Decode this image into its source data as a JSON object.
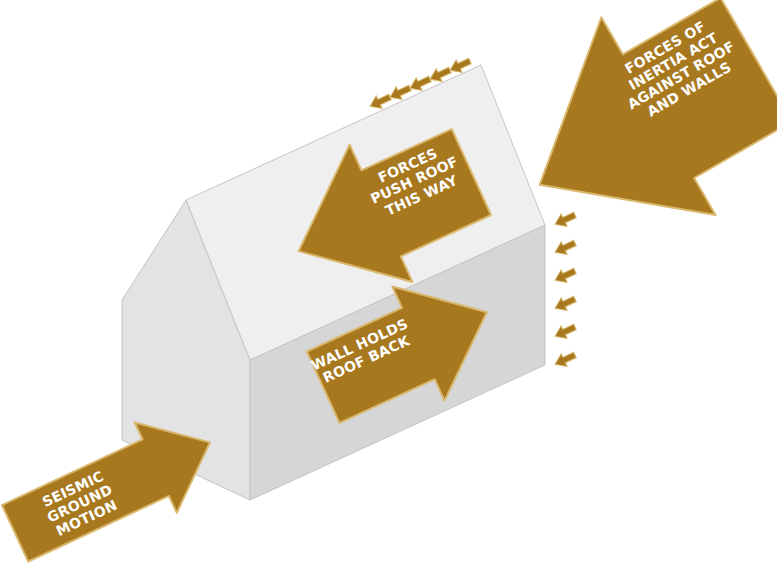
{
  "diagram": {
    "nodes": [
      {
        "text": [
          "FORCES OF INERTIA ACT AGAINST ROOF AND WALLS"
        ]
      },
      {
        "text": [
          "FORCES PUSH ROOF THIS WAY"
        ]
      },
      {
        "text": [
          "WALL HOLDS ROOF BACK"
        ]
      },
      {
        "text": [
          "SEISMIC GROUND MOTION"
        ]
      }
    ]
  }
}
